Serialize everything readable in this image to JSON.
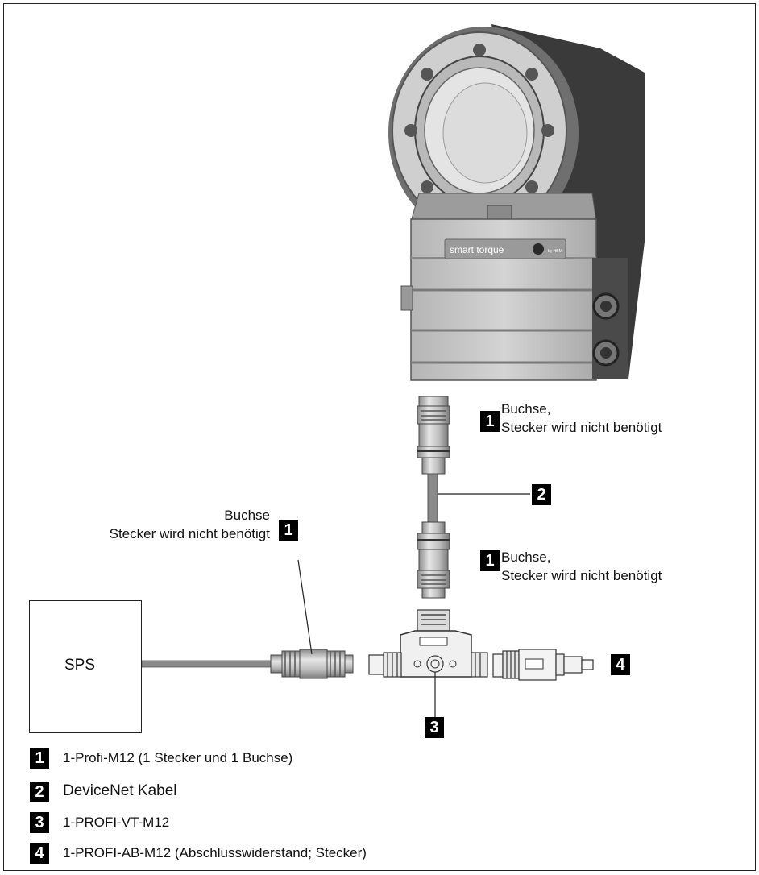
{
  "callouts": {
    "plug_top": {
      "num": "1",
      "line1": "Buchse,",
      "line2": "Stecker wird nicht benötigt"
    },
    "cable": {
      "num": "2"
    },
    "plug_mid": {
      "num": "1",
      "line1": "Buchse,",
      "line2": "Stecker wird nicht benötigt"
    },
    "plug_left": {
      "num": "1",
      "line1": "Buchse",
      "line2": "Stecker wird nicht benötigt"
    },
    "tee": {
      "num": "3"
    },
    "terminator": {
      "num": "4"
    }
  },
  "device": {
    "brand_text": "smart torque",
    "brand_suffix": "by HBM"
  },
  "sps": {
    "label": "SPS"
  },
  "legend": [
    {
      "num": "1",
      "text": "1-Profi-M12 (1 Stecker und 1 Buchse)"
    },
    {
      "num": "2",
      "text": "DeviceNet Kabel"
    },
    {
      "num": "3",
      "text": "1-PROFI-VT-M12"
    },
    {
      "num": "4",
      "text": "1-PROFI-AB-M12 (Abschlusswiderstand; Stecker)"
    }
  ]
}
